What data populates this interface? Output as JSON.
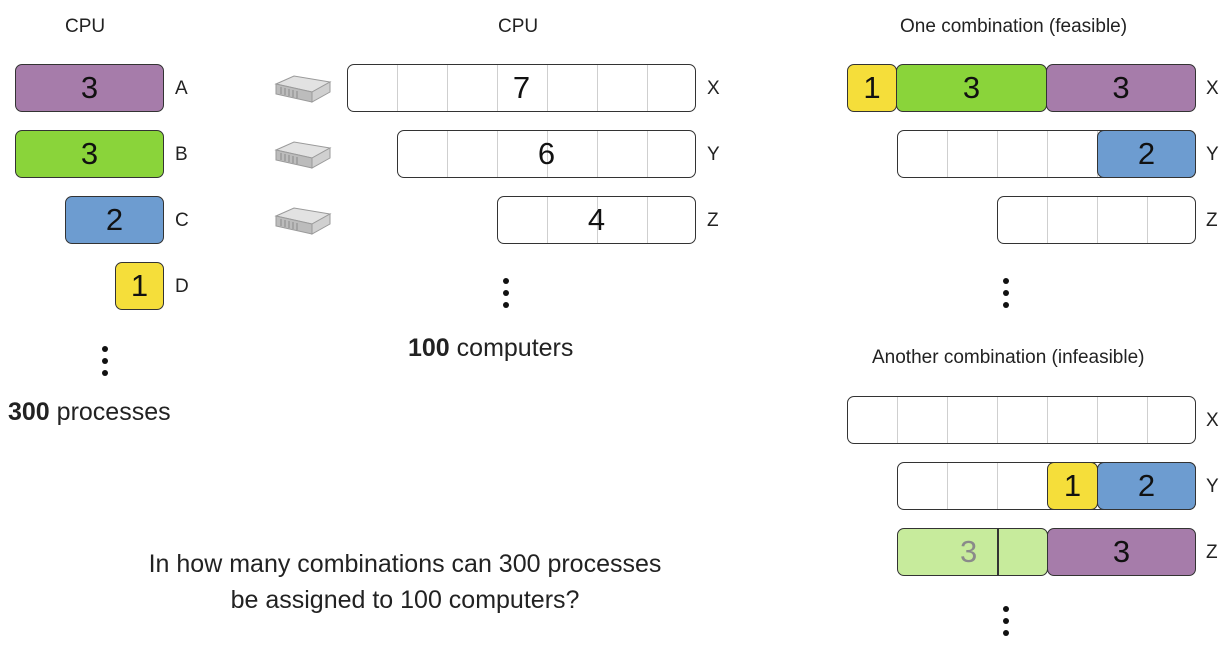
{
  "processes": {
    "header": "CPU",
    "items": [
      {
        "value": "3",
        "letter": "A",
        "color": "#a67caa"
      },
      {
        "value": "3",
        "letter": "B",
        "color": "#8ad43a"
      },
      {
        "value": "2",
        "letter": "C",
        "color": "#6d9cd0"
      },
      {
        "value": "1",
        "letter": "D",
        "color": "#f5de3a"
      }
    ],
    "count": "300",
    "count_label": "processes"
  },
  "computers": {
    "header": "CPU",
    "items": [
      {
        "capacity": "7",
        "letter": "X"
      },
      {
        "capacity": "6",
        "letter": "Y"
      },
      {
        "capacity": "4",
        "letter": "Z"
      }
    ],
    "count": "100",
    "count_label": "computers"
  },
  "feasible": {
    "title": "One combination (feasible)",
    "rows": [
      {
        "letter": "X",
        "blocks": [
          "1",
          "3",
          "3"
        ]
      },
      {
        "letter": "Y",
        "blocks": [
          "2"
        ]
      },
      {
        "letter": "Z",
        "blocks": []
      }
    ]
  },
  "infeasible": {
    "title": "Another combination (infeasible)",
    "rows": [
      {
        "letter": "X",
        "blocks": []
      },
      {
        "letter": "Y",
        "blocks": [
          "1",
          "2"
        ]
      },
      {
        "letter": "Z",
        "blocks": [
          "3",
          "3"
        ]
      }
    ]
  },
  "question": {
    "line1": "In how many combinations can 300 processes",
    "line2": "be assigned to 100 computers?"
  }
}
